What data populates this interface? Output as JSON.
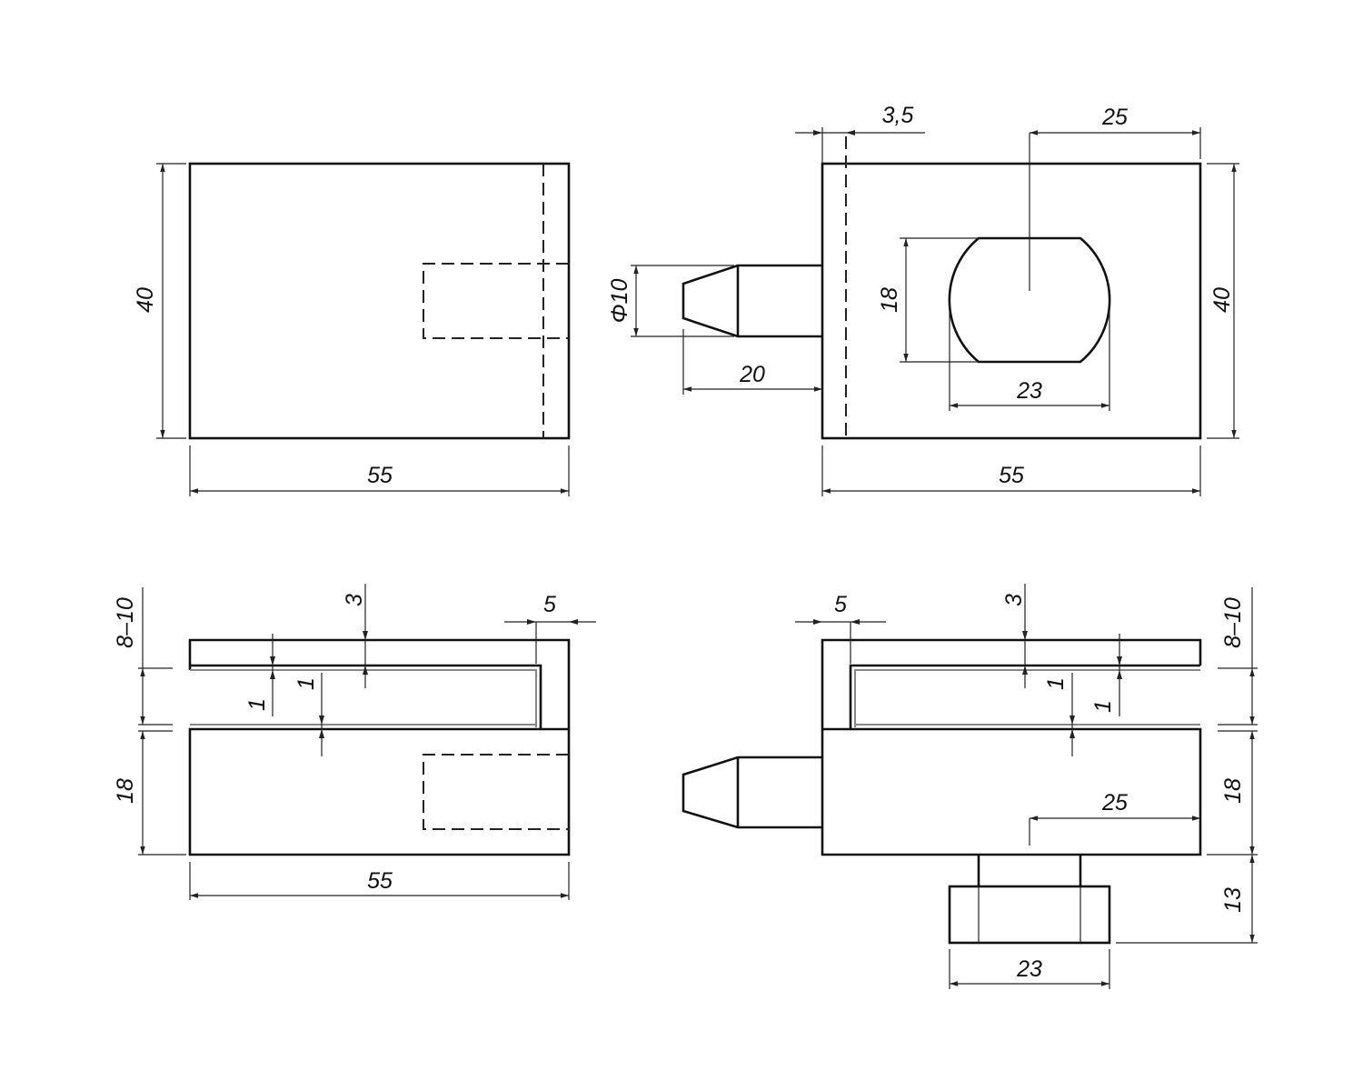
{
  "title": "Glass clamp / shelf holder technical drawing",
  "views": {
    "top_left": {
      "height": "40",
      "width": "55"
    },
    "top_right": {
      "offset": "3,5",
      "center_offset": "25",
      "pin_diameter": "Φ10",
      "pin_length": "20",
      "knob_flat": "18",
      "knob_diameter": "23",
      "height": "40",
      "width": "55"
    },
    "bottom_left": {
      "glass_range": "8–10",
      "body_height": "18",
      "width": "55",
      "plate_thickness": "3",
      "lining_top": "1",
      "lining_bottom": "1",
      "wall": "5"
    },
    "bottom_right": {
      "glass_range": "8–10",
      "body_height": "18",
      "wall": "5",
      "plate_thickness": "3",
      "lining_top": "1",
      "lining_bottom": "1",
      "center_offset": "25",
      "knob_height": "13",
      "knob_diameter": "23"
    }
  }
}
